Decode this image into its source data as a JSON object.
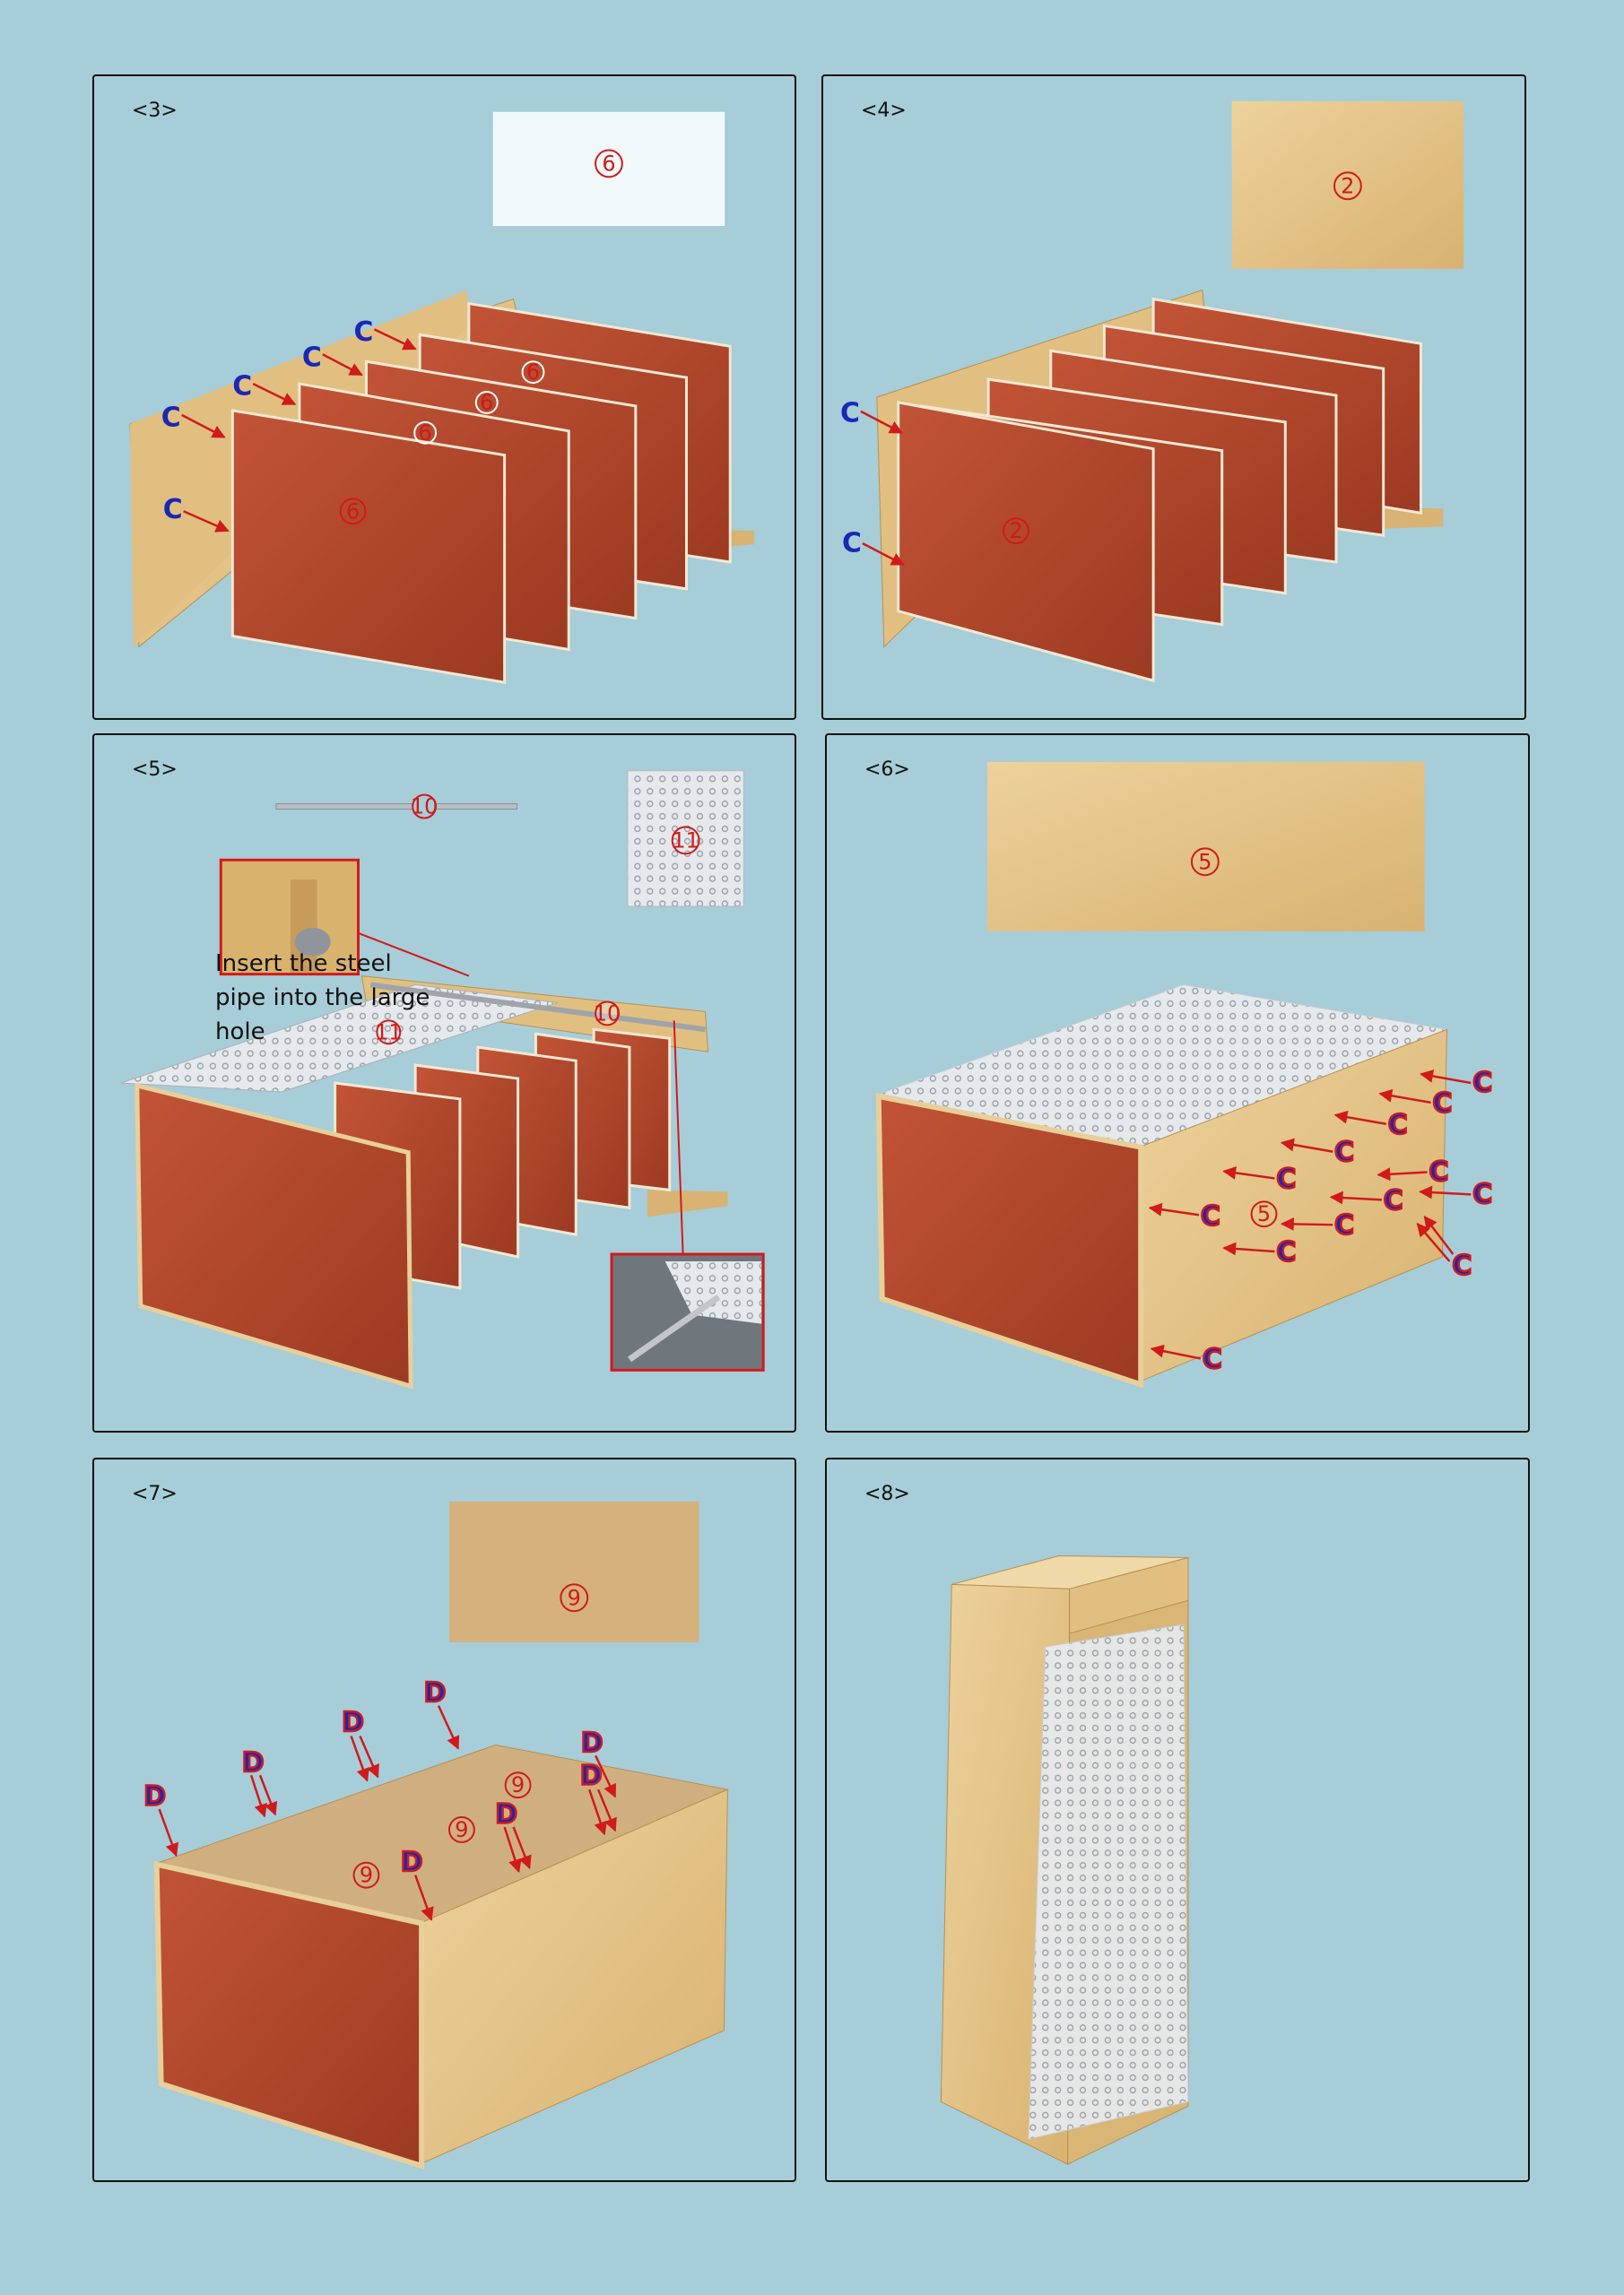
{
  "steps": [
    {
      "label": "<3>",
      "part": "6"
    },
    {
      "label": "<4>",
      "part": "2"
    },
    {
      "label": "<5>",
      "pipe": "10",
      "curtain": "11",
      "note": [
        "Insert the steel",
        "pipe into the large",
        "hole"
      ]
    },
    {
      "label": "<6>",
      "part": "5"
    },
    {
      "label": "<7>",
      "part": "9"
    },
    {
      "label": "<8>"
    }
  ],
  "fasteners": {
    "c": "C",
    "d": "D"
  },
  "colors": {
    "background": "#a6cdd8",
    "wood": "#e3c283",
    "red_panel": "#b5462a",
    "part_number": "#d11a1a",
    "fastener_letter": "#1b27b5",
    "arrow": "#d11a1a"
  }
}
